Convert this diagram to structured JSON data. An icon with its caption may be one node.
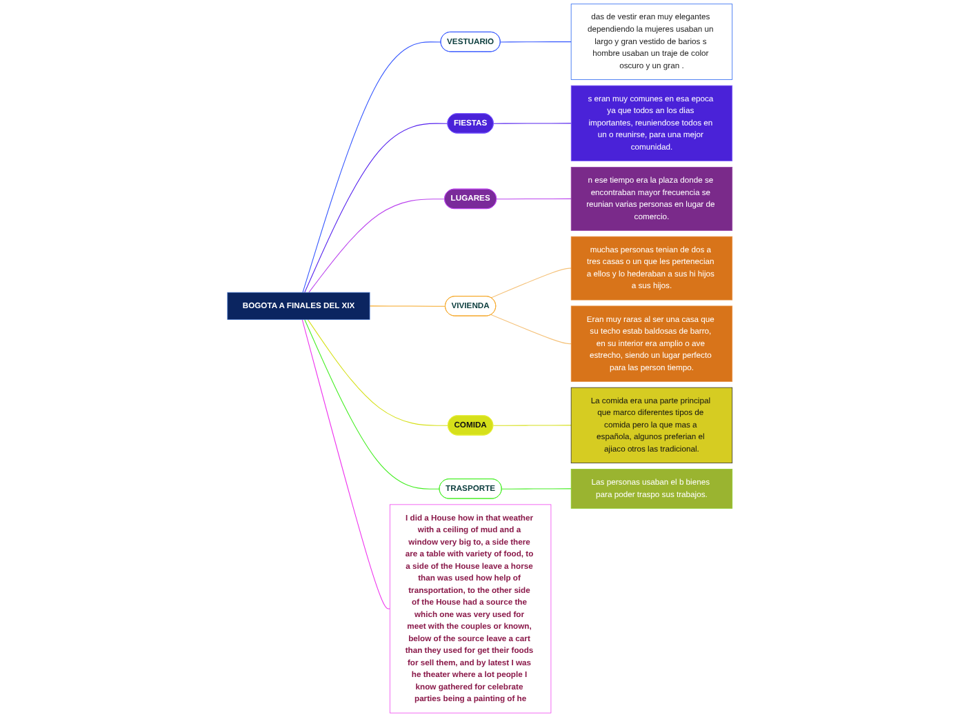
{
  "diagram": {
    "nodes": [
      {
        "text": [
          "BOGOTA A FINALES DEL XIX"
        ]
      },
      {
        "text": [
          "VESTUARIO"
        ]
      },
      {
        "text": [
          "das de vestir eran muy elegantes dependiendo la mujeres usaban un largo y gran vestido de barios s hombre usaban un traje de color oscuro y un gran ."
        ]
      },
      {
        "text": [
          "FIESTAS"
        ]
      },
      {
        "text": [
          "s eran muy comunes en esa epoca ya que todos an los dias importantes, reuniendose todos en un o reunirse, para una mejor comunidad."
        ]
      },
      {
        "text": [
          "LUGARES"
        ]
      },
      {
        "text": [
          "n ese tiempo era la plaza donde se encontraban mayor frecuencia se reunian varias personas en lugar de comercio."
        ]
      },
      {
        "text": [
          "VIVIENDA"
        ]
      },
      {
        "text": [
          "muchas personas tenian de dos a tres casas o un que les pertenecian a ellos y lo hederaban a sus hi hijos a sus hijos."
        ]
      },
      {
        "text": [
          "Eran muy raras al ser una casa que su techo estab baldosas de barro, en su interior era amplio o ave estrecho, siendo un lugar perfecto para las person tiempo."
        ]
      },
      {
        "text": [
          "COMIDA"
        ]
      },
      {
        "text": [
          "La comida era una parte principal que marco diferentes tipos de comida pero la que mas a española, algunos preferian el ajiaco otros las tradicional."
        ]
      },
      {
        "text": [
          "TRASPORTE"
        ]
      },
      {
        "text": [
          "Las personas usaban el b bienes para poder traspo sus trabajos."
        ]
      },
      {
        "text": [
          "I did a House how in that weather with a ceiling of mud and a window very big to, a side there are a table with variety of food, to a side of the House leave a horse than was used how help of transportation, to the other side of the House had a source the which one was very used for meet with the couples or known, below of the source leave a cart than they used for get their foods for sell them, and by latest I was he theater where a lot people I know gathered for celebrate parties being a painting of he"
        ]
      }
    ],
    "edges": [
      {
        "from": 0,
        "to": 1,
        "arrow": "none",
        "color": "#3355ff"
      },
      {
        "from": 1,
        "to": 2,
        "arrow": "none",
        "color": "#3355ff"
      },
      {
        "from": 0,
        "to": 3,
        "arrow": "none",
        "color": "#5522ee"
      },
      {
        "from": 3,
        "to": 4,
        "arrow": "none",
        "color": "#5522ee"
      },
      {
        "from": 0,
        "to": 5,
        "arrow": "none",
        "color": "#bb44ee"
      },
      {
        "from": 5,
        "to": 6,
        "arrow": "none",
        "color": "#bb44ee"
      },
      {
        "from": 0,
        "to": 7,
        "arrow": "none",
        "color": "#f5a623"
      },
      {
        "from": 7,
        "to": 8,
        "arrow": "none",
        "color": "#f5c27a"
      },
      {
        "from": 7,
        "to": 9,
        "arrow": "none",
        "color": "#f5c27a"
      },
      {
        "from": 0,
        "to": 10,
        "arrow": "none",
        "color": "#d6e01a"
      },
      {
        "from": 10,
        "to": 11,
        "arrow": "none",
        "color": "#d6e01a"
      },
      {
        "from": 0,
        "to": 12,
        "arrow": "none",
        "color": "#44ee22"
      },
      {
        "from": 12,
        "to": 13,
        "arrow": "none",
        "color": "#44ee22"
      },
      {
        "from": 0,
        "to": 14,
        "arrow": "none",
        "color": "#ee33ee"
      }
    ]
  }
}
